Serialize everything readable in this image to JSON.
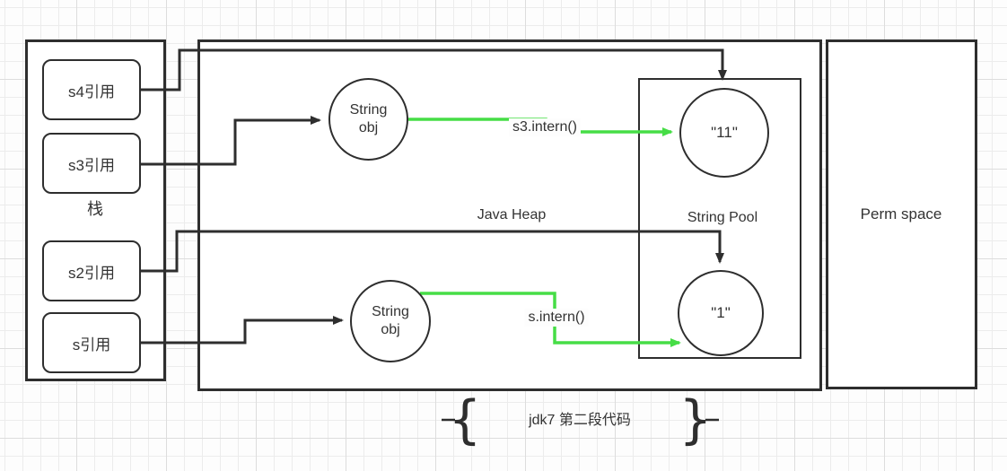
{
  "diagram": {
    "stack": {
      "label": "栈",
      "refs": [
        {
          "label": "s4引用"
        },
        {
          "label": "s3引用"
        },
        {
          "label": "s2引用"
        },
        {
          "label": "s引用"
        }
      ]
    },
    "heap": {
      "label": "Java Heap",
      "string_obj_top": "String\nobj",
      "string_obj_bottom": "String\nobj",
      "intern_top_label": "s3.intern()",
      "intern_bottom_label": "s.intern()"
    },
    "string_pool": {
      "label": "String Pool",
      "item_top": "\"11\"",
      "item_bottom": "\"1\""
    },
    "perm": {
      "label": "Perm space"
    },
    "caption": {
      "text": "jdk7 第二段代码",
      "brace_left": "{",
      "brace_right": "}"
    },
    "colors": {
      "line": "#2e2e2e",
      "green": "#46dd46"
    }
  }
}
